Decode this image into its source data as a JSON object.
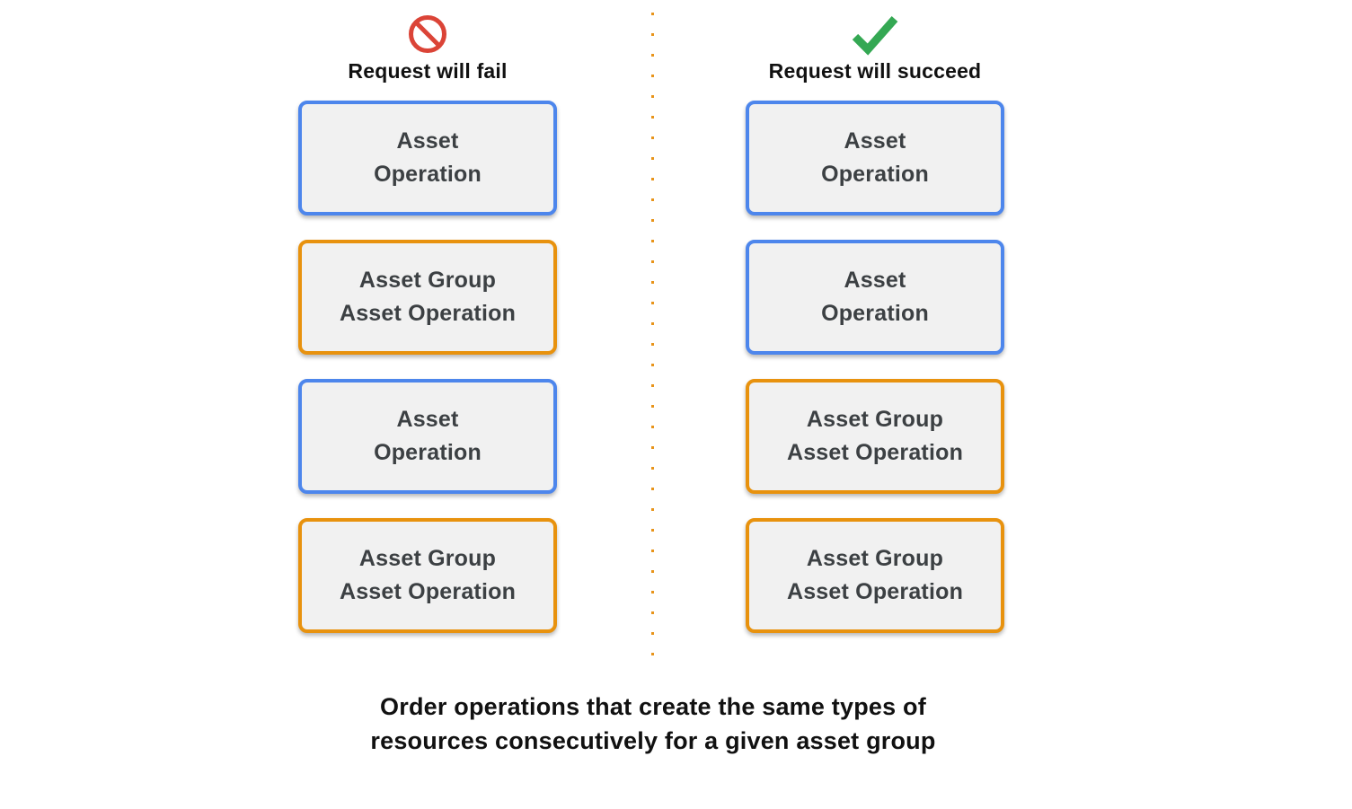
{
  "columns": [
    {
      "id": "fail",
      "icon": "prohibition-icon",
      "title": "Request will fail",
      "boxes": [
        {
          "type": "asset-operation",
          "border": "blue",
          "line1": "Asset",
          "line2": "Operation"
        },
        {
          "type": "asset-group-asset-operation",
          "border": "orange",
          "line1": "Asset Group",
          "line2": "Asset Operation"
        },
        {
          "type": "asset-operation",
          "border": "blue",
          "line1": "Asset",
          "line2": "Operation"
        },
        {
          "type": "asset-group-asset-operation",
          "border": "orange",
          "line1": "Asset Group",
          "line2": "Asset Operation"
        }
      ]
    },
    {
      "id": "succeed",
      "icon": "checkmark-icon",
      "title": "Request will succeed",
      "boxes": [
        {
          "type": "asset-operation",
          "border": "blue",
          "line1": "Asset",
          "line2": "Operation"
        },
        {
          "type": "asset-operation",
          "border": "blue",
          "line1": "Asset",
          "line2": "Operation"
        },
        {
          "type": "asset-group-asset-operation",
          "border": "orange",
          "line1": "Asset Group",
          "line2": "Asset Operation"
        },
        {
          "type": "asset-group-asset-operation",
          "border": "orange",
          "line1": "Asset Group",
          "line2": "Asset Operation"
        }
      ]
    }
  ],
  "caption": {
    "line1": "Order operations that create the same types of",
    "line2": "resources consecutively for a given asset group"
  },
  "colors": {
    "blue_border": "#4d86ec",
    "orange_border": "#e8920e",
    "box_fill": "#f1f1f1",
    "box_text": "#3c4043",
    "fail_red": "#db4437",
    "success_green": "#34a853",
    "divider_orange": "#e8941a",
    "heading_text": "#111111"
  }
}
